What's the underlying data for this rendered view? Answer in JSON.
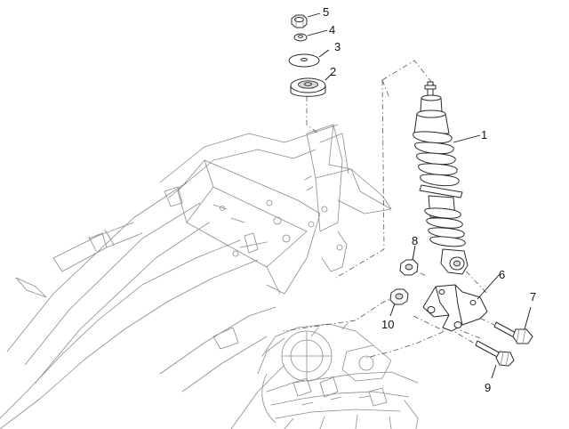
{
  "callouts": [
    {
      "label": "1"
    },
    {
      "label": "2"
    },
    {
      "label": "3"
    },
    {
      "label": "4"
    },
    {
      "label": "5"
    },
    {
      "label": "6"
    },
    {
      "label": "7"
    },
    {
      "label": "8"
    },
    {
      "label": "9"
    },
    {
      "label": "10"
    }
  ]
}
